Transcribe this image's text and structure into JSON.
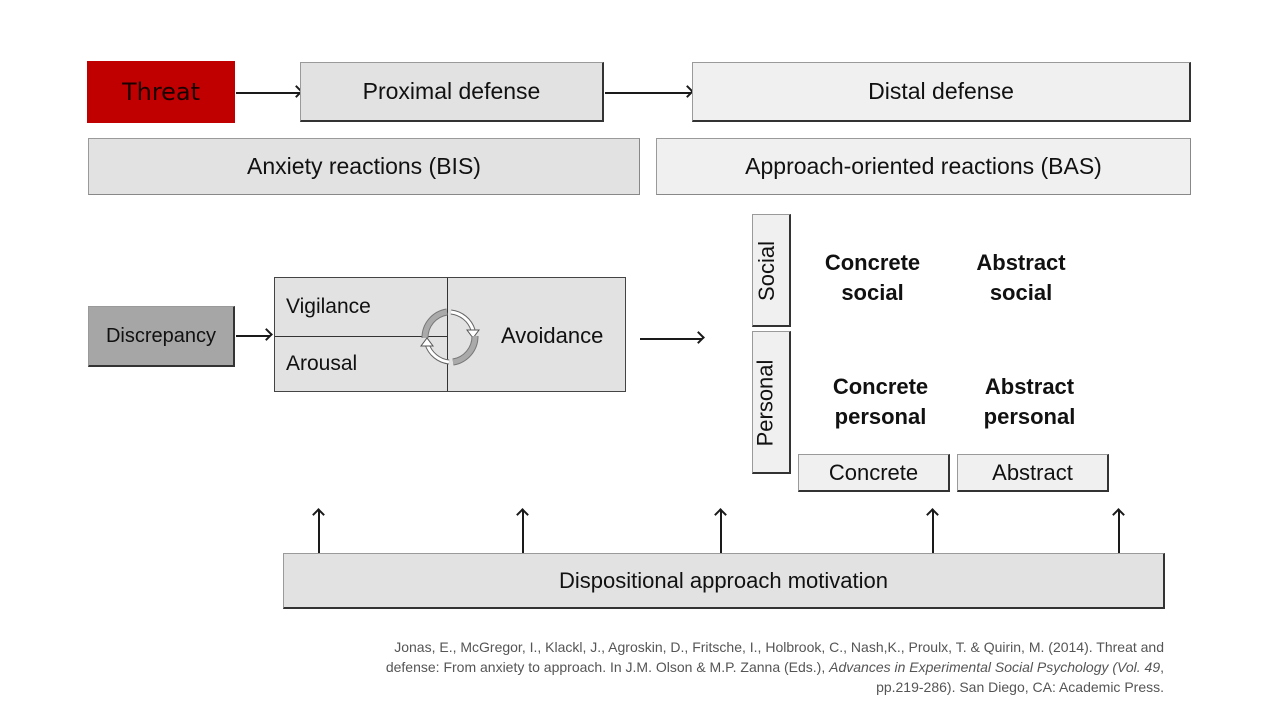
{
  "diagram": {
    "top_row": {
      "threat": "Threat",
      "proximal": "Proximal defense",
      "distal": "Distal defense"
    },
    "reactions": {
      "bis": "Anxiety reactions (BIS)",
      "bas": "Approach-oriented reactions (BAS)"
    },
    "bis_process": {
      "discrepancy": "Discrepancy",
      "vigilance": "Vigilance",
      "arousal": "Arousal",
      "avoidance": "Avoidance",
      "cycle_icon": "cycle-arrows-icon"
    },
    "bas_grid": {
      "row_labels": [
        "Social",
        "Personal"
      ],
      "col_labels": [
        "Concrete",
        "Abstract"
      ],
      "cells": {
        "concrete_social": [
          "Concrete",
          "social"
        ],
        "abstract_social": [
          "Abstract",
          "social"
        ],
        "concrete_personal": [
          "Concrete",
          "personal"
        ],
        "abstract_personal": [
          "Abstract",
          "personal"
        ]
      }
    },
    "base": "Dispositional approach motivation",
    "colors": {
      "threat": "#c00000",
      "box": "#e2e2e2",
      "discrepancy": "#a6a6a6"
    }
  },
  "citation": {
    "plain1": "Jonas, E., McGregor, I., Klackl, J., Agroskin, D., Fritsche, I., Holbrook,  C., Nash,K., Proulx, T. & Quirin, M. (2014). Threat and defense: From  anxiety to approach. In J.M.  Olson & M.P. Zanna (Eds.), ",
    "italic": "Advances in Experimental Social Psychology (Vol. 49",
    "plain2": ", pp.219-286). San Diego, CA: Academic Press."
  }
}
